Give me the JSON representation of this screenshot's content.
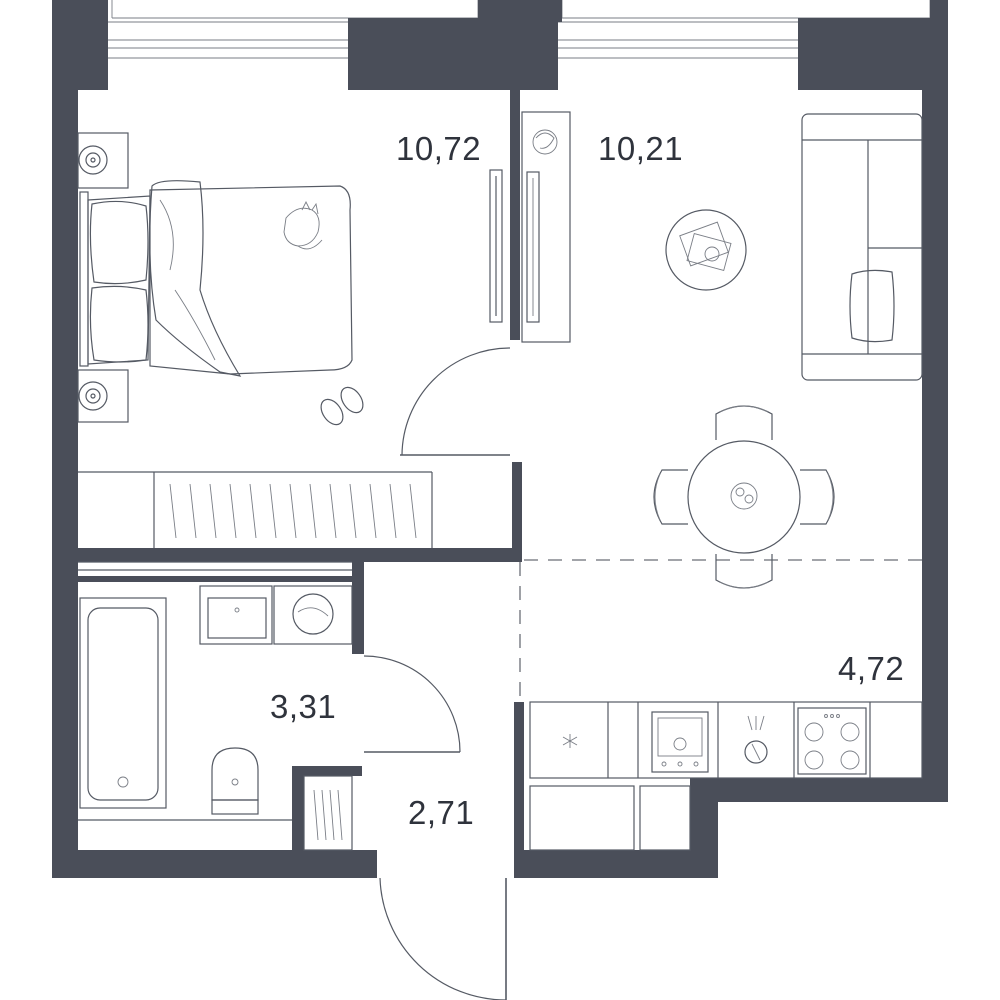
{
  "plan": {
    "wall_color": "#4a4e59",
    "rooms": [
      {
        "id": "bedroom",
        "area": "10,72"
      },
      {
        "id": "living",
        "area": "10,21"
      },
      {
        "id": "kitchen",
        "area": "4,72"
      },
      {
        "id": "bathroom",
        "area": "3,31"
      },
      {
        "id": "hallway",
        "area": "2,71"
      }
    ]
  }
}
